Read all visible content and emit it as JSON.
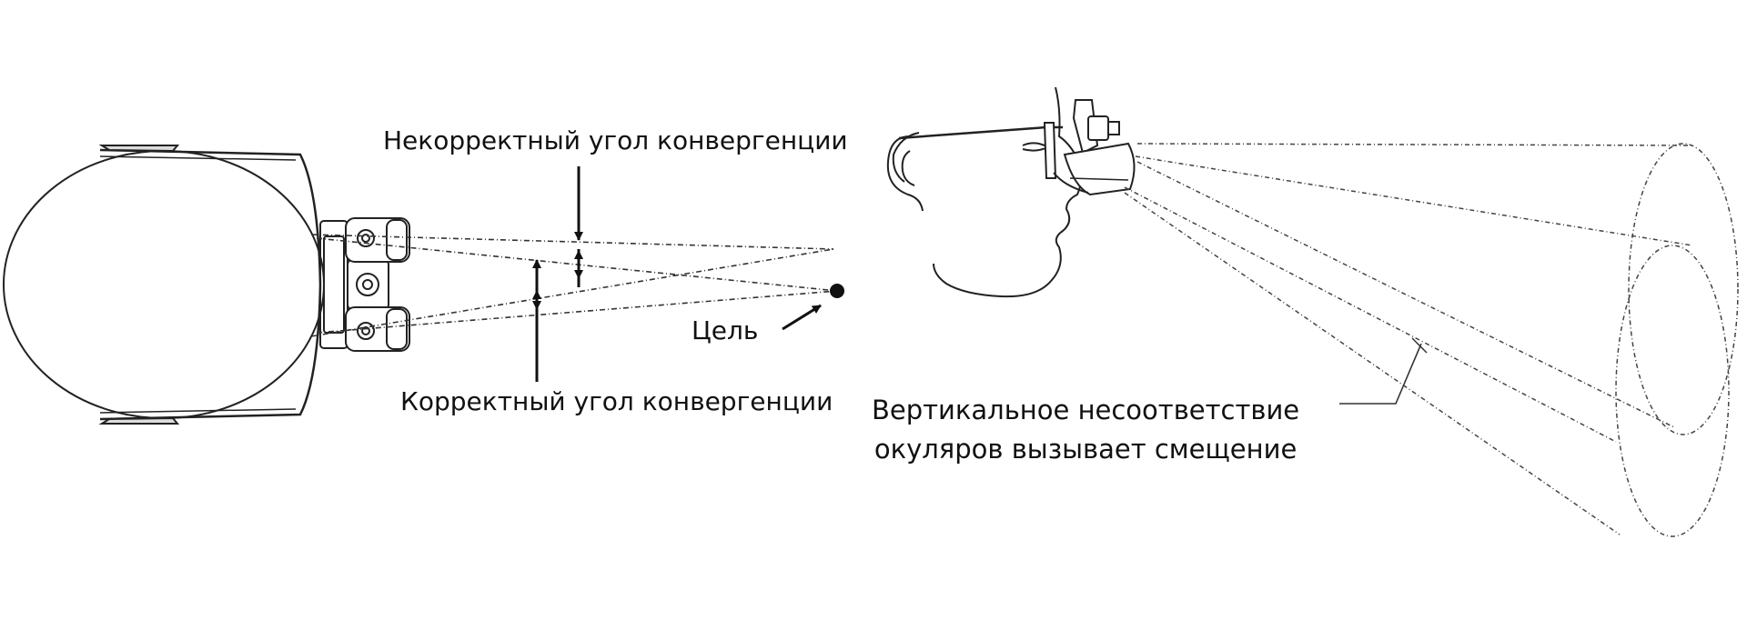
{
  "labels": {
    "incorrect_angle": "Некорректный угол конвергенции",
    "correct_angle": "Корректный угол конвергенции",
    "target": "Цель",
    "vertical_mismatch_line1": "Вертикальное несоответствие",
    "vertical_mismatch_line2": "окуляров вызывает смещение"
  },
  "colors": {
    "ink": "#222222",
    "background": "#ffffff"
  }
}
